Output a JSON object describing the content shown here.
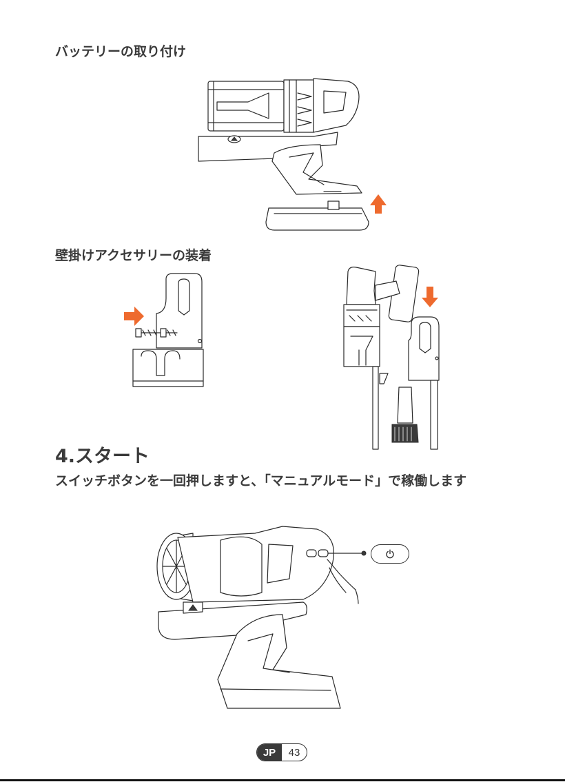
{
  "sections": {
    "battery": {
      "title": "バッテリーの取り付け"
    },
    "wall_mount": {
      "title": "壁掛けアクセサリーの装着"
    },
    "start": {
      "title": "4.スタート",
      "description": "スイッチボタンを一回押しますと、「マニュアルモード」で稼働します"
    }
  },
  "icons": {
    "eject": "eject-icon",
    "power": "power-icon",
    "usb": "usb-icon"
  },
  "colors": {
    "accent_arrow": "#ee6a2e",
    "text": "#3a3a3a",
    "badge_bg": "#3a3a3a"
  },
  "footer": {
    "lang": "JP",
    "page": "43"
  }
}
